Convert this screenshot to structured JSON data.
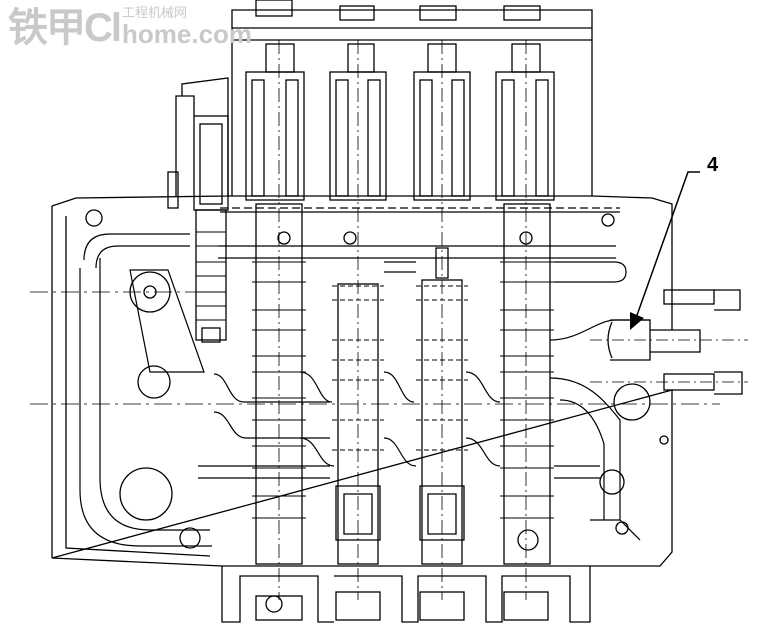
{
  "watermark": {
    "brand_cn": "铁甲",
    "brand_latin": "Cl",
    "subtitle": "工程机械网",
    "domain": "home.com"
  },
  "callout": {
    "label": "4"
  }
}
